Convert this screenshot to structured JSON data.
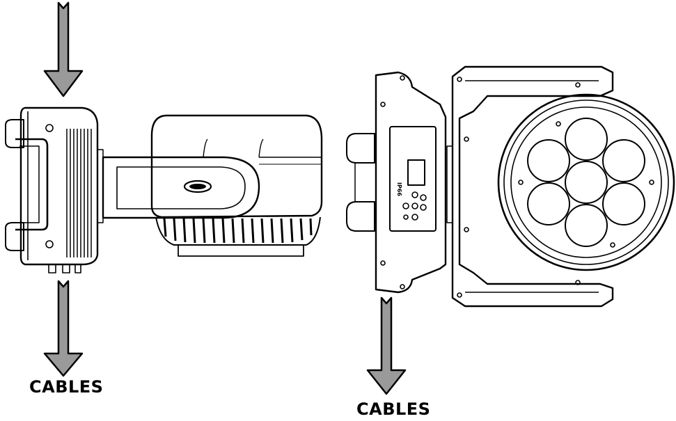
{
  "captions": {
    "left_cables": "CABLES",
    "right_cables": "CABLES"
  },
  "labels": {
    "ip_rating": "IP66"
  },
  "colors": {
    "arrow_fill": "#9a9a9a",
    "line": "#000000",
    "background": "#ffffff"
  }
}
